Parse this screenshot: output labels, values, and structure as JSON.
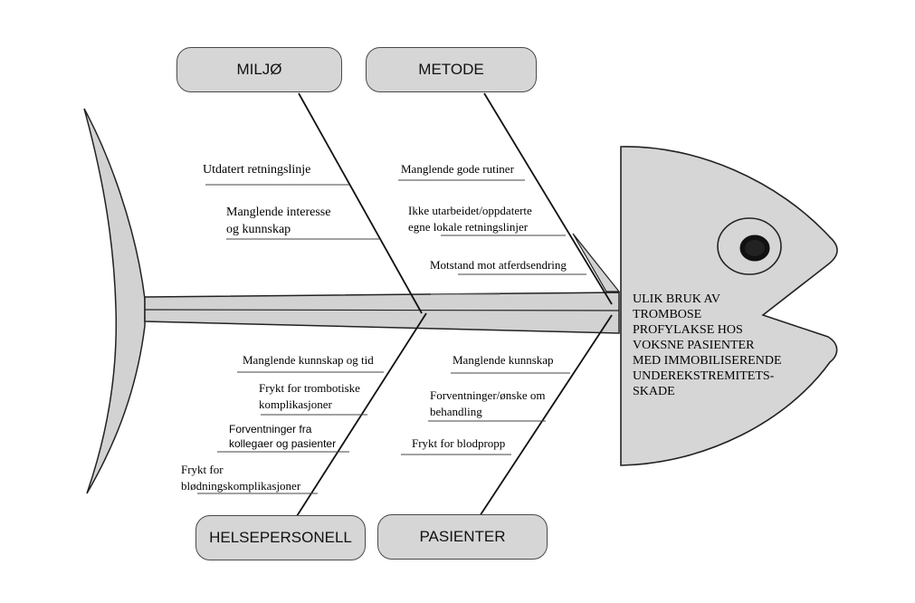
{
  "categories": {
    "environment": "MILJØ",
    "method": "METODE",
    "staff": "HELSEPERSONELL",
    "patients": "PASIENTER"
  },
  "causes": {
    "environment": [
      "Utdatert retningslinje",
      "Manglende interesse\nog kunnskap"
    ],
    "method": [
      "Manglende gode rutiner",
      "Ikke utarbeidet/oppdaterte\negne lokale retningslinjer",
      "Motstand mot atferdsendring"
    ],
    "staff": [
      "Manglende kunnskap og tid",
      "Frykt for trombotiske\nkomplikasjoner",
      "Forventninger fra\nkollegaer og pasienter",
      "Frykt for\nblødningskomplikasjoner"
    ],
    "patients": [
      "Manglende kunnskap",
      "Forventninger/ønske om\nbehandling",
      "Frykt for blodpropp"
    ]
  },
  "effect": "ULIK BRUK AV\nTROMBOSE\nPROFYLAKSE HOS\nVOKSNE PASIENTER\nMED IMMOBILISERENDE\nUNDEREKSTREMITETS-\nSKADE"
}
